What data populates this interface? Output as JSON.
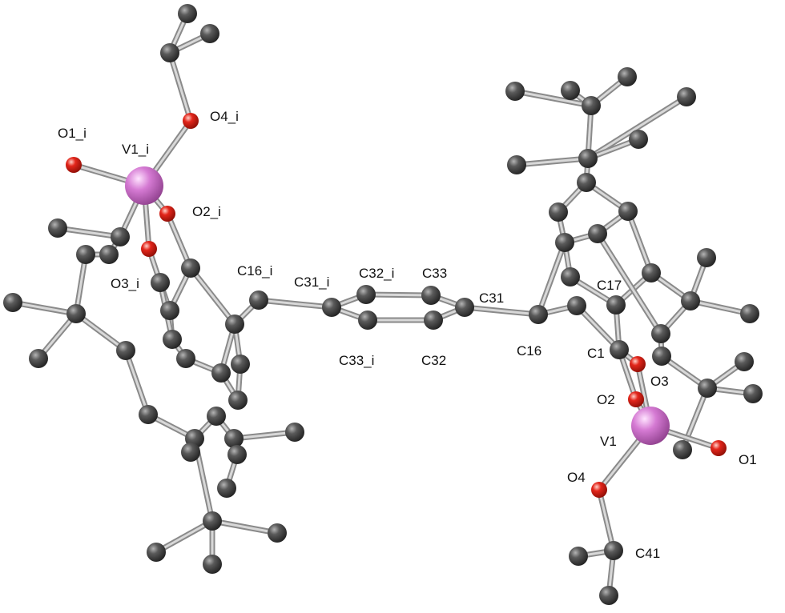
{
  "diagram": {
    "type": "molecular-structure",
    "colors": {
      "carbon": "#3c3c3c",
      "oxygen": "#e3261b",
      "vanadium": "#d57ad3",
      "bond": "#8a8a8a",
      "label": "#111111"
    },
    "labels": {
      "O4_i": "O4_i",
      "O1_i": "O1_i",
      "V1_i": "V1_i",
      "O2_i": "O2_i",
      "O3_i": "O3_i",
      "C16_i": "C16_i",
      "C31_i": "C31_i",
      "C32_i": "C32_i",
      "C33": "C33",
      "C31": "C31",
      "C33_i": "C33_i",
      "C32": "C32",
      "C16": "C16",
      "C17": "C17",
      "C1": "C1",
      "O3": "O3",
      "O2": "O2",
      "V1": "V1",
      "O1": "O1",
      "O4": "O4",
      "C41": "C41"
    }
  }
}
